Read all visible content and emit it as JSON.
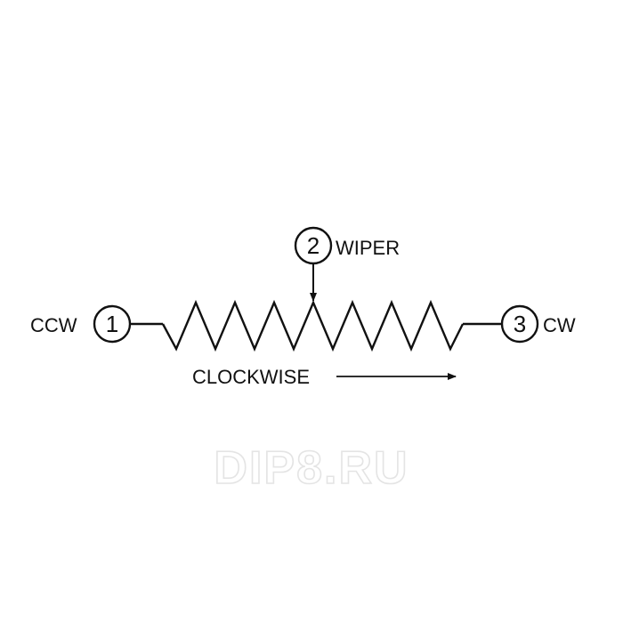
{
  "diagram": {
    "pins": [
      {
        "number": "1",
        "label": "CCW"
      },
      {
        "number": "2",
        "label": "WIPER"
      },
      {
        "number": "3",
        "label": "CW"
      }
    ],
    "direction_label": "CLOCKWISE",
    "watermark": "DIP8.RU"
  },
  "colors": {
    "ink": "#111111",
    "background": "#ffffff",
    "watermark_outline": "#e4e4e4"
  }
}
